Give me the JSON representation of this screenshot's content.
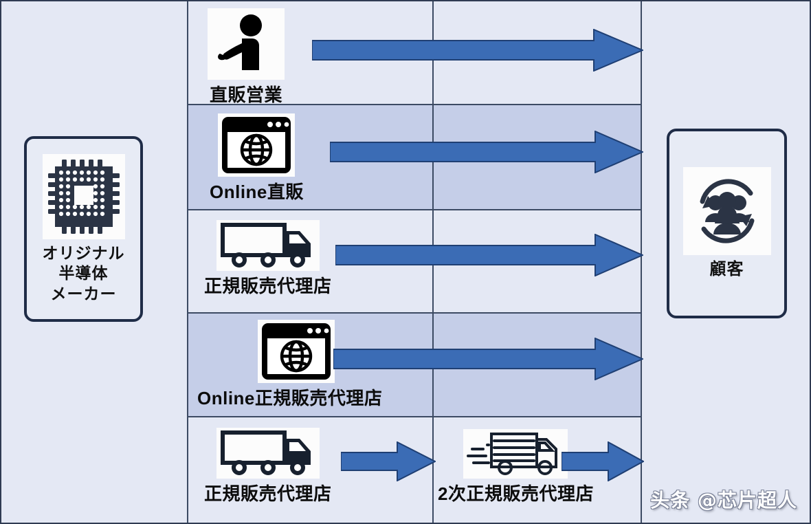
{
  "diagram": {
    "title": "semiconductor-distribution-channels",
    "source_box": {
      "label": "オリジナル\n半導体\nメーカー",
      "label_lines": [
        "オリジナル",
        "半導体",
        "メーカー"
      ],
      "icon": "microchip-icon"
    },
    "destination_box": {
      "label": "顧客",
      "icon": "customer-group-cycle-icon"
    },
    "rows": [
      {
        "index": 1,
        "band": "light",
        "stages": [
          {
            "label": "直販営業",
            "icon": "salesperson-icon"
          }
        ],
        "arrows": [
          {
            "from": "直販営業",
            "to": "顧客",
            "span": "full"
          }
        ]
      },
      {
        "index": 2,
        "band": "dark",
        "stages": [
          {
            "label": "Online直販",
            "icon": "browser-globe-icon"
          }
        ],
        "arrows": [
          {
            "from": "Online直販",
            "to": "顧客",
            "span": "full"
          }
        ]
      },
      {
        "index": 3,
        "band": "light",
        "stages": [
          {
            "label": "正規販売代理店",
            "icon": "delivery-truck-solid-icon"
          }
        ],
        "arrows": [
          {
            "from": "正規販売代理店",
            "to": "顧客",
            "span": "full"
          }
        ]
      },
      {
        "index": 4,
        "band": "dark",
        "stages": [
          {
            "label": "Online正規販売代理店",
            "icon": "browser-globe-icon"
          }
        ],
        "arrows": [
          {
            "from": "Online正規販売代理店",
            "to": "顧客",
            "span": "full"
          }
        ]
      },
      {
        "index": 5,
        "band": "light",
        "stages": [
          {
            "label": "正規販売代理店",
            "icon": "delivery-truck-solid-icon"
          },
          {
            "label": "2次正規販売代理店",
            "icon": "delivery-truck-outline-icon"
          }
        ],
        "arrows": [
          {
            "from": "正規販売代理店",
            "to": "2次正規販売代理店",
            "span": "half"
          },
          {
            "from": "2次正規販売代理店",
            "to": "顧客",
            "span": "half"
          }
        ]
      }
    ]
  },
  "watermark": {
    "text": "头条 @芯片超人"
  },
  "colors": {
    "background": "#e4e8f4",
    "band_light": "#e4e8f4",
    "band_dark": "#c5cee8",
    "grid_line": "#3c4a63",
    "box_border": "#1f2c47",
    "arrow_fill": "#3b6cb5",
    "arrow_stroke": "#1f3f73",
    "icon_dark": "#2b3445",
    "text": "#0c0c0c"
  }
}
